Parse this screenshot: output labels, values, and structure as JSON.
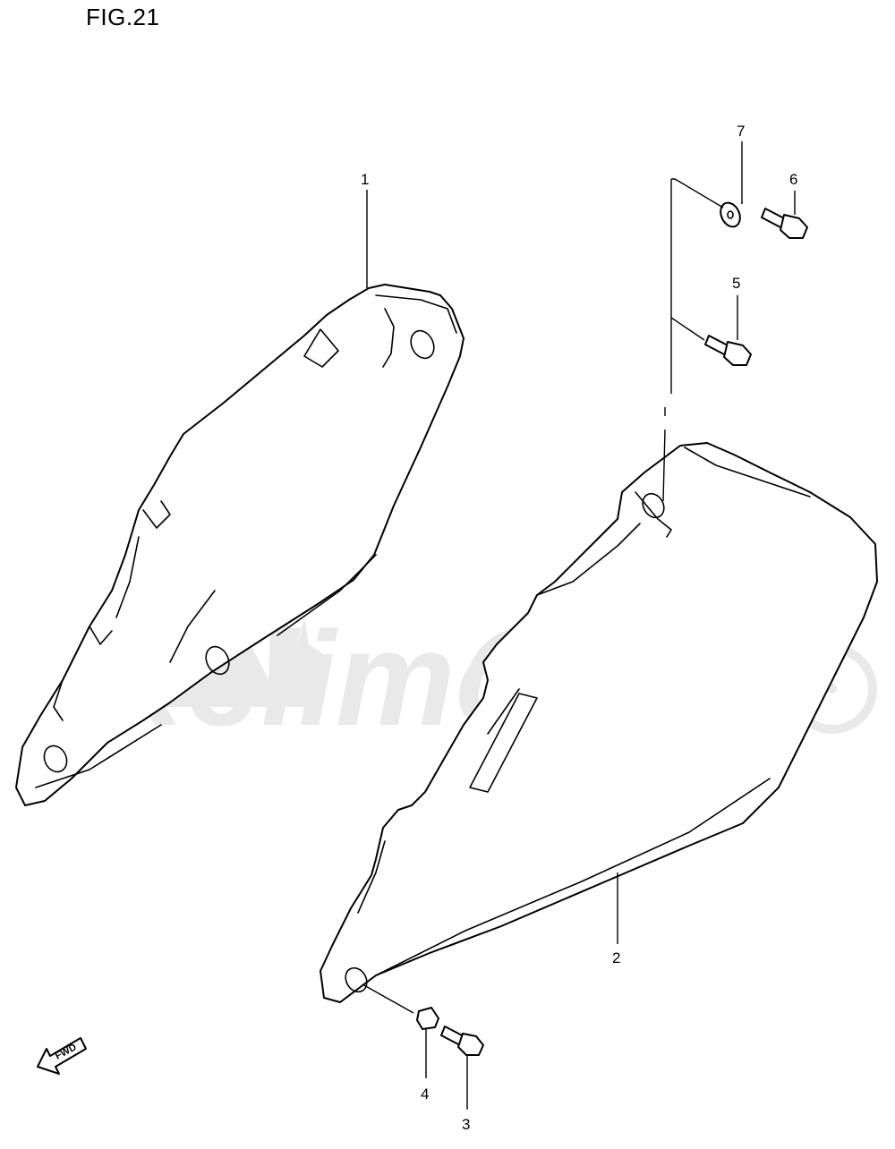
{
  "figure": {
    "title": "FIG.21"
  },
  "callouts": [
    "1",
    "2",
    "3",
    "4",
    "5",
    "6",
    "7"
  ],
  "direction_marker": {
    "label": "FWD",
    "icon": "arrow-left-down-icon"
  },
  "watermark": {
    "text": "Kelimoto"
  }
}
